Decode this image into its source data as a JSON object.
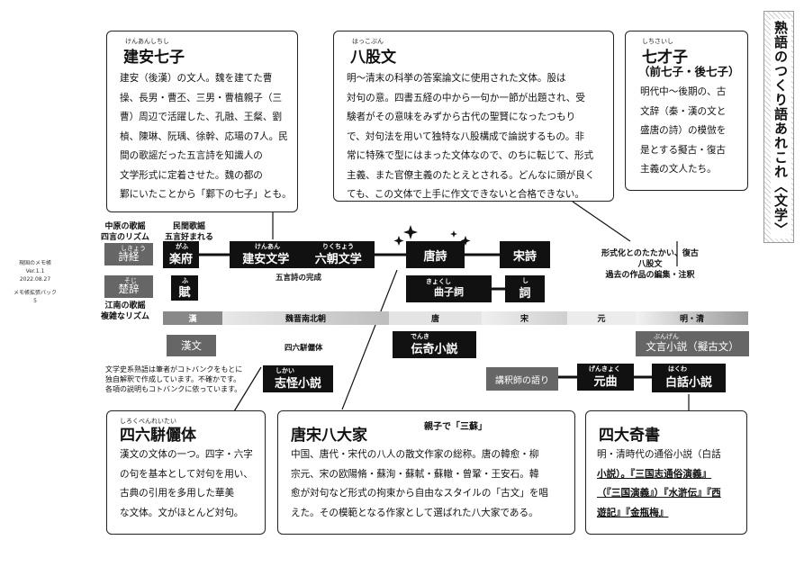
{
  "sidebar": {
    "title": "熟語のつくり語あれこれ〈文学〉"
  },
  "meta": [
    "現国のメモ帳",
    "Ver.1.1",
    "2022.08.27",
    "メモ帳拡張パック",
    "5"
  ],
  "cards": {
    "kenan": {
      "ruby": "けんあんしちし",
      "title": "建安七子",
      "lines": [
        "建安（後漢）の文人。魏を建てた曹",
        "操、長男・曹丕、三男・曹植親子（三",
        "曹）周辺で活躍した、孔融、王粲、劉",
        "楨、陳琳、阮瑀、徐幹、応瑒の7人。民",
        "間の歌謡だった五言詩を知識人の",
        "文学形式に定着させた。魏の都の",
        "鄴にいたことから「鄴下の七子」とも。"
      ]
    },
    "hakko": {
      "ruby": "はっこぶん",
      "title": "八股文",
      "lines": [
        "明〜清末の科挙の答案論文に使用された文体。股は",
        "対句の意。四書五経の中から一句か一節が出題され、受",
        "験者がその意味をみずから古代の聖賢になったつもり",
        "で、対句法を用いて独特な八股構成で論説するもの。非",
        "常に特殊で型にはまった文体なので、のちに転じて、形式",
        "主義、また官僚主義のたとえとされる。どんなに頭が良く",
        "ても、この文体で上手に作文できないと合格できない。"
      ]
    },
    "shichisaishi": {
      "ruby": "しちさいし",
      "title": "七才子",
      "subtitle": "（前七子・後七子）",
      "lines": [
        "明代中〜後期の、古",
        "文辞（秦・漢の文と",
        "盛唐の詩）の模倣を",
        "是とする擬古・復古",
        "主義の文人たち。"
      ]
    },
    "shiroku": {
      "ruby": "しろくべんれいたい",
      "title": "四六駢儷体",
      "lines": [
        "漢文の文体の一つ。四字・六字",
        "の句を基本として対句を用い、",
        "古典の引用を多用した華美",
        "な文体。文がほとんど対句。"
      ]
    },
    "tosou": {
      "title": "唐宋八大家",
      "note": "親子で「三蘇」",
      "lines": [
        "中国、唐代・宋代の八人の散文作家の総称。唐の韓愈・柳",
        "宗元、宋の欧陽脩・蘇洵・蘇軾・蘇轍・曾鞏・王安石。韓",
        "愈が対句など形式の拘束から自由なスタイルの「古文」を唱",
        "えた。その模範となる作家として選ばれた八大家である。"
      ]
    },
    "yondai": {
      "title": "四大奇書",
      "lines": [
        "明・清時代の通俗小説（白話",
        "小説）。『三国志通俗演義』",
        "（『三国演義』）『水滸伝』『西",
        "遊記』『金瓶梅』"
      ]
    }
  },
  "timeline": {
    "labels": {
      "chugen": [
        "中原の歌謡",
        "四言のリズム"
      ],
      "minkan": [
        "民間歌謡",
        "五言好まれる"
      ],
      "konan": [
        "江南の歌謡",
        "複雑なリズム"
      ],
      "goshi": "五言詩の完成",
      "keishiki": [
        "形式化とのたたかい、復古",
        "八股文",
        "過去の作品の編集・注釈"
      ],
      "koshaku": "講釈師の語り",
      "shiroku_small": "四六駢儷体",
      "note": [
        "文学史系熟語は筆者がコトバンクをもとに",
        "独自解釈で作成しています。不確かです。",
        "各項の説明もコトバンクに依っています。"
      ]
    },
    "boxes": {
      "shikyo": {
        "ruby": "しきょう",
        "label": "詩経"
      },
      "soji": {
        "ruby": "そじ",
        "label": "楚辞"
      },
      "gafu": {
        "ruby": "がふ",
        "label": "楽府"
      },
      "fu": {
        "ruby": "ふ",
        "label": "賦"
      },
      "kenan": {
        "ruby": "けんあん",
        "label": "建安文学"
      },
      "rikucho": {
        "ruby": "りくちょう",
        "label": "六朝文学"
      },
      "toshi": {
        "label": "唐詩"
      },
      "soshi": {
        "label": "宋詩"
      },
      "kyokushi": {
        "ruby": "きょくし",
        "label": "曲子詞"
      },
      "shi": {
        "ruby": "し",
        "label": "詞"
      },
      "kanbun": {
        "label": "漢文"
      },
      "denki": {
        "ruby": "でんき",
        "label": "伝奇小説"
      },
      "shikai": {
        "ruby": "しかい",
        "label": "志怪小説"
      },
      "genkyoku": {
        "ruby": "げんきょく",
        "label": "元曲"
      },
      "hakuwa": {
        "ruby": "はくわ",
        "label": "白話小説"
      },
      "bungen": {
        "ruby": "ぶんげん",
        "label": "文言小説（擬古文）"
      }
    },
    "eras": [
      "漢",
      "魏晋南北朝",
      "唐",
      "宋",
      "元",
      "明・清"
    ]
  }
}
